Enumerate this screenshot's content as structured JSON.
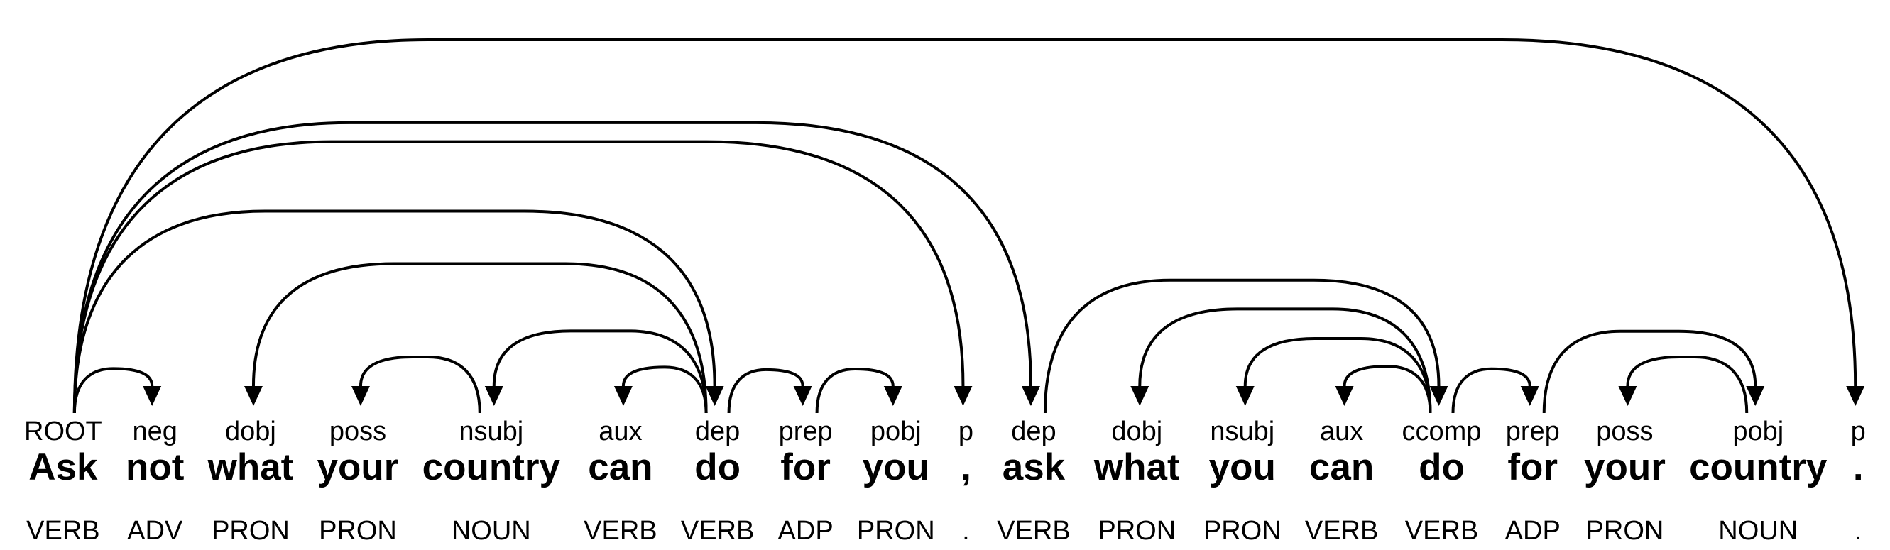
{
  "diagram_type": "dependency-parse",
  "sentence": "Ask not what your country can do for you , ask what you can do for your country .",
  "colors": {
    "ink": "#000000",
    "background": "#ffffff"
  },
  "root_token_index": 0,
  "tokens": [
    {
      "text": "Ask",
      "label": "ROOT",
      "pos": "VERB"
    },
    {
      "text": "not",
      "label": "neg",
      "pos": "ADV"
    },
    {
      "text": "what",
      "label": "dobj",
      "pos": "PRON"
    },
    {
      "text": "your",
      "label": "poss",
      "pos": "PRON"
    },
    {
      "text": "country",
      "label": "nsubj",
      "pos": "NOUN"
    },
    {
      "text": "can",
      "label": "aux",
      "pos": "VERB"
    },
    {
      "text": "do",
      "label": "dep",
      "pos": "VERB"
    },
    {
      "text": "for",
      "label": "prep",
      "pos": "ADP"
    },
    {
      "text": "you",
      "label": "pobj",
      "pos": "PRON"
    },
    {
      "text": ",",
      "label": "p",
      "pos": "."
    },
    {
      "text": "ask",
      "label": "dep",
      "pos": "VERB"
    },
    {
      "text": "what",
      "label": "dobj",
      "pos": "PRON"
    },
    {
      "text": "you",
      "label": "nsubj",
      "pos": "PRON"
    },
    {
      "text": "can",
      "label": "aux",
      "pos": "VERB"
    },
    {
      "text": "do",
      "label": "ccomp",
      "pos": "VERB"
    },
    {
      "text": "for",
      "label": "prep",
      "pos": "ADP"
    },
    {
      "text": "your",
      "label": "poss",
      "pos": "PRON"
    },
    {
      "text": "country",
      "label": "pobj",
      "pos": "NOUN"
    },
    {
      "text": ".",
      "label": "p",
      "pos": "."
    }
  ],
  "arcs": [
    {
      "head": 0,
      "dep": 1,
      "label": "neg"
    },
    {
      "head": 6,
      "dep": 2,
      "label": "dobj"
    },
    {
      "head": 4,
      "dep": 3,
      "label": "poss"
    },
    {
      "head": 6,
      "dep": 4,
      "label": "nsubj"
    },
    {
      "head": 6,
      "dep": 5,
      "label": "aux"
    },
    {
      "head": 0,
      "dep": 6,
      "label": "dep"
    },
    {
      "head": 6,
      "dep": 7,
      "label": "prep"
    },
    {
      "head": 7,
      "dep": 8,
      "label": "pobj"
    },
    {
      "head": 0,
      "dep": 9,
      "label": "p"
    },
    {
      "head": 0,
      "dep": 10,
      "label": "dep"
    },
    {
      "head": 14,
      "dep": 11,
      "label": "dobj"
    },
    {
      "head": 14,
      "dep": 12,
      "label": "nsubj"
    },
    {
      "head": 14,
      "dep": 13,
      "label": "aux"
    },
    {
      "head": 10,
      "dep": 14,
      "label": "ccomp"
    },
    {
      "head": 14,
      "dep": 15,
      "label": "prep"
    },
    {
      "head": 17,
      "dep": 16,
      "label": "poss"
    },
    {
      "head": 15,
      "dep": 17,
      "label": "pobj"
    },
    {
      "head": 0,
      "dep": 18,
      "label": "p"
    }
  ]
}
